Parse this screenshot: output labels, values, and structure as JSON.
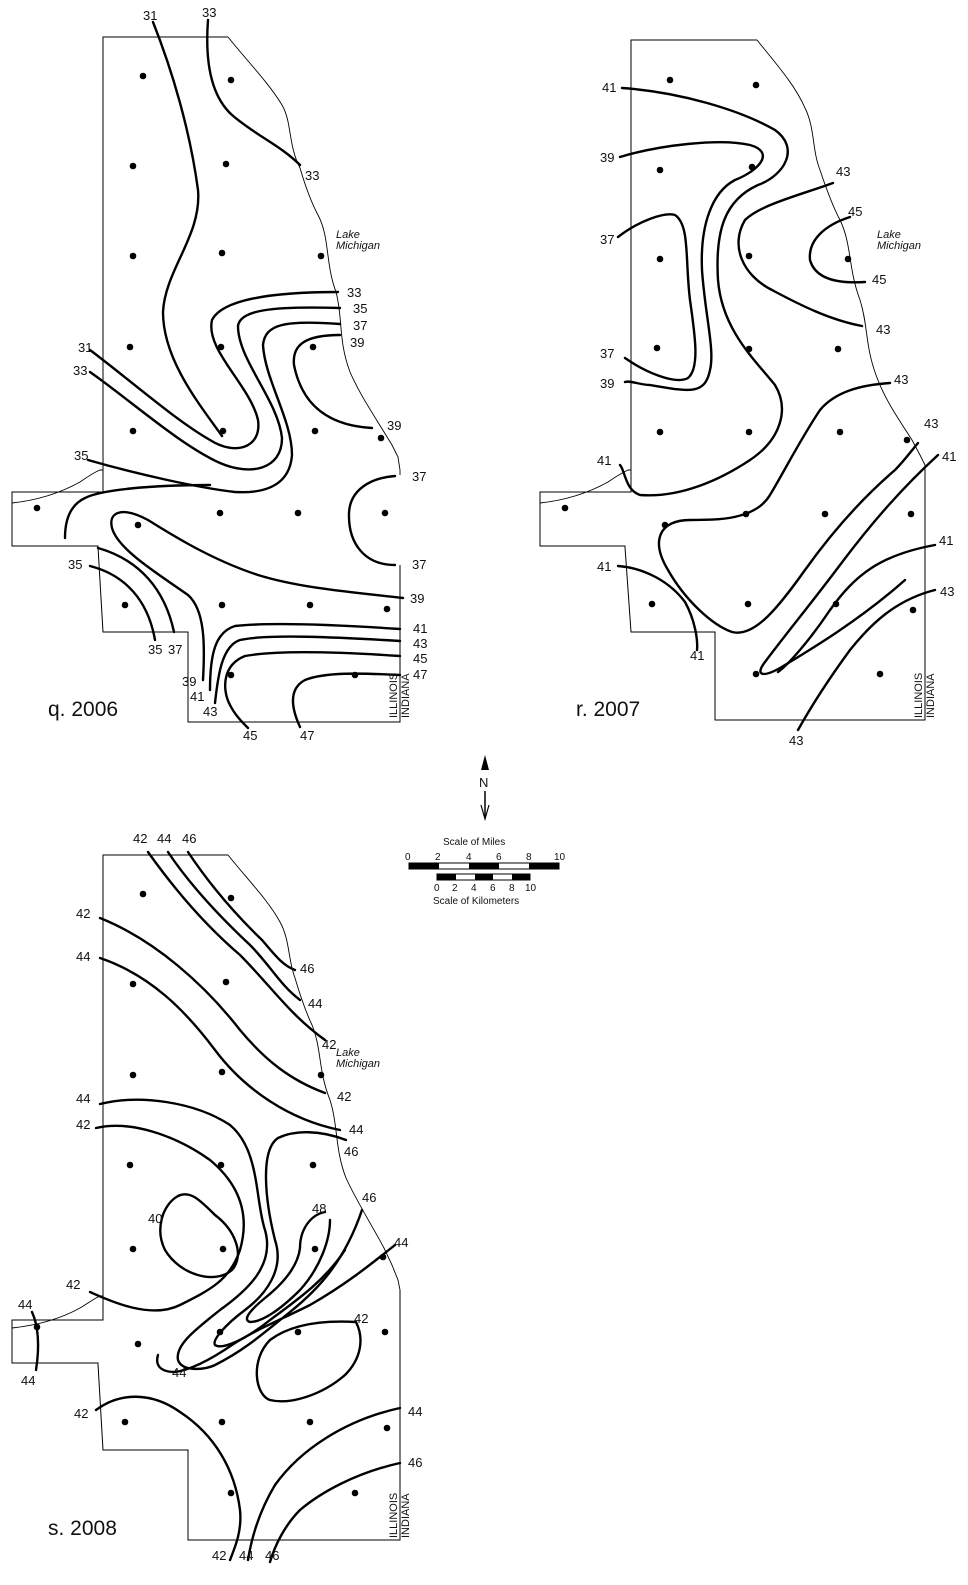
{
  "maps": [
    {
      "panel_label": "q. 2006",
      "lake_label_1": "Lake",
      "lake_label_2": "Michigan",
      "state_label_1": "ILLINOIS",
      "state_label_2": "INDIANA",
      "contour_labels": [
        "31",
        "33",
        "33",
        "33",
        "35",
        "37",
        "39",
        "31",
        "33",
        "35",
        "39",
        "37",
        "37",
        "39",
        "35",
        "35",
        "37",
        "39",
        "41",
        "43",
        "41",
        "43",
        "45",
        "47",
        "45",
        "47"
      ]
    },
    {
      "panel_label": "r. 2007",
      "lake_label_1": "Lake",
      "lake_label_2": "Michigan",
      "state_label_1": "ILLINOIS",
      "state_label_2": "INDIANA",
      "contour_labels": [
        "41",
        "39",
        "37",
        "37",
        "39",
        "43",
        "45",
        "45",
        "43",
        "43",
        "43",
        "41",
        "41",
        "41",
        "41",
        "43",
        "41",
        "43"
      ]
    },
    {
      "panel_label": "s. 2008",
      "lake_label_1": "Lake",
      "lake_label_2": "Michigan",
      "state_label_1": "ILLINOIS",
      "state_label_2": "INDIANA",
      "contour_labels": [
        "42",
        "44",
        "46",
        "42",
        "44",
        "46",
        "44",
        "42",
        "42",
        "44",
        "44",
        "46",
        "42",
        "46",
        "40",
        "48",
        "44",
        "42",
        "44",
        "42",
        "44",
        "44",
        "42",
        "42",
        "44",
        "46",
        "42",
        "44",
        "46"
      ]
    }
  ],
  "north_arrow": {
    "letter": "N"
  },
  "scale_bar": {
    "miles_title": "Scale of Miles",
    "miles_ticks": [
      "0",
      "2",
      "4",
      "6",
      "8",
      "10"
    ],
    "km_ticks": [
      "0",
      "2",
      "4",
      "6",
      "8",
      "10"
    ],
    "km_title": "Scale of Kilometers"
  }
}
